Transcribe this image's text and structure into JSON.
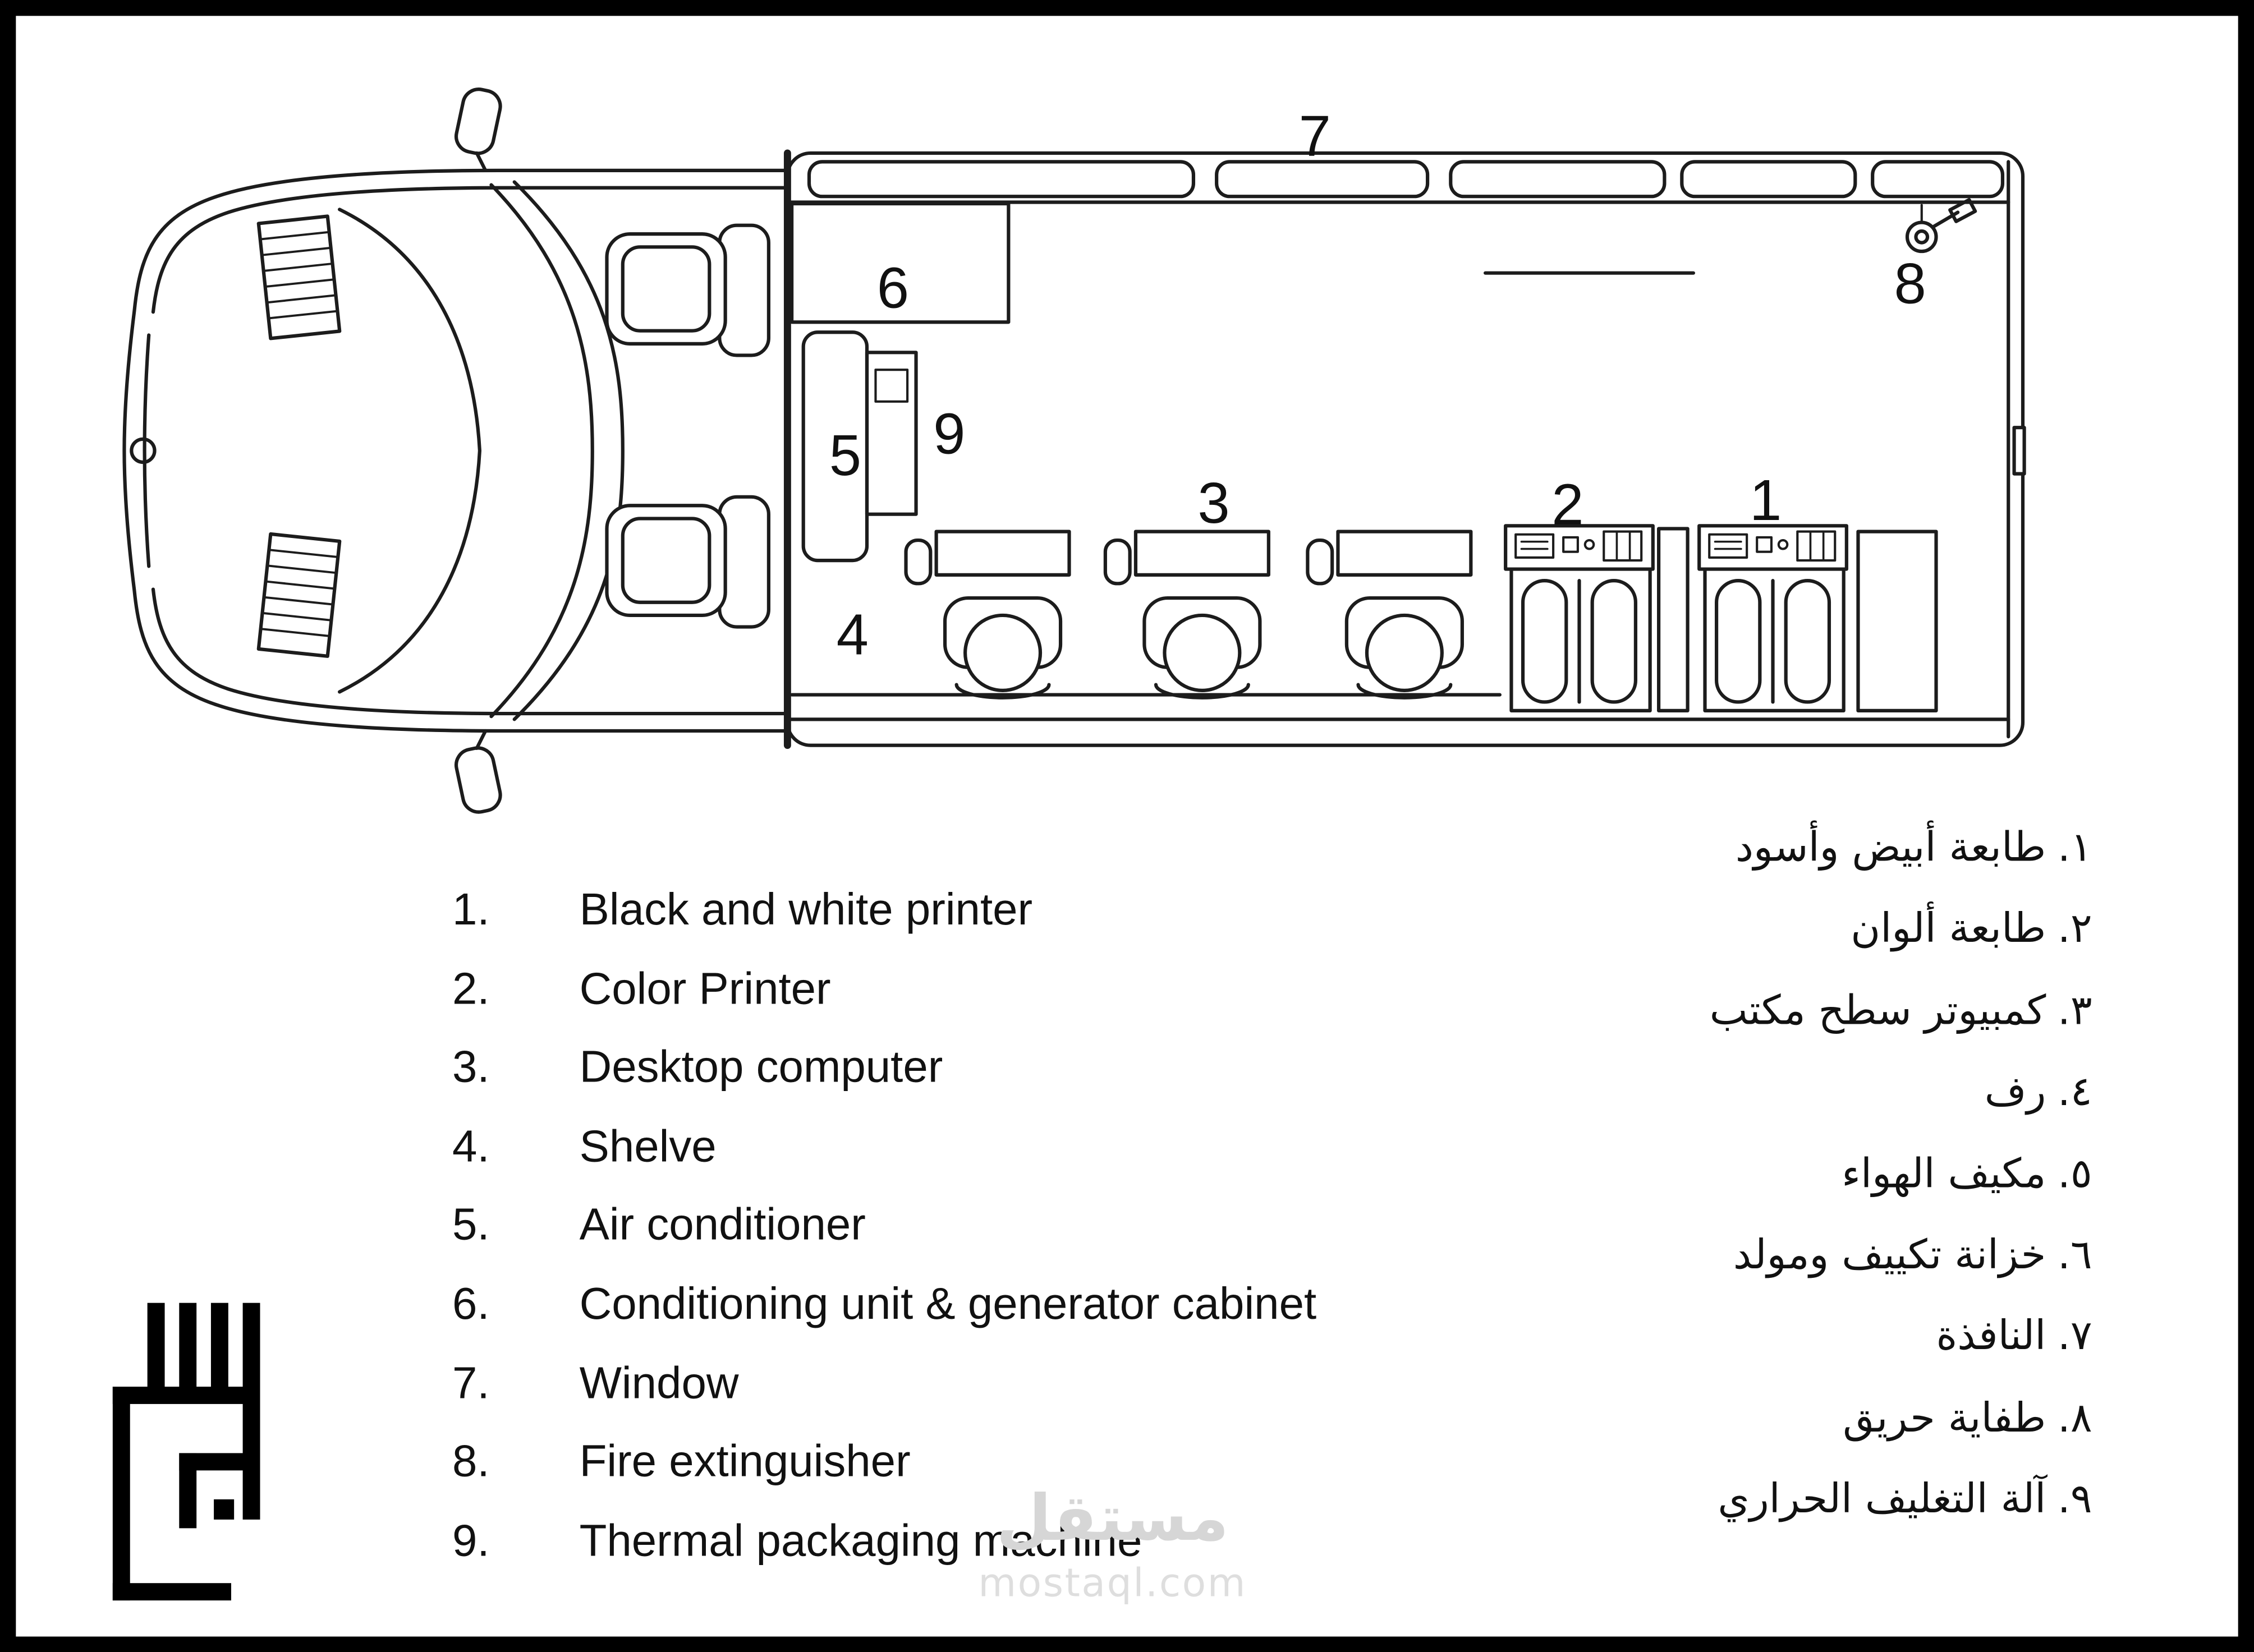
{
  "diagram": {
    "callouts": {
      "bw_printer": "1",
      "color_printer": "2",
      "desktop": "3",
      "shelve": "4",
      "ac": "5",
      "cabinet": "6",
      "window": "7",
      "fire": "8",
      "thermal": "9"
    }
  },
  "legend_en": {
    "items": [
      {
        "num": "1.",
        "label": "Black and white printer"
      },
      {
        "num": "2.",
        "label": "Color Printer"
      },
      {
        "num": "3.",
        "label": "Desktop computer"
      },
      {
        "num": "4.",
        "label": "Shelve"
      },
      {
        "num": "5.",
        "label": "Air conditioner"
      },
      {
        "num": "6.",
        "label": "Conditioning unit & generator cabinet"
      },
      {
        "num": "7.",
        "label": "Window"
      },
      {
        "num": "8.",
        "label": "Fire extinguisher"
      },
      {
        "num": "9.",
        "label": "Thermal packaging machine"
      }
    ]
  },
  "legend_ar": {
    "items": [
      {
        "num": "١.",
        "label": "طابعة أبيض وأسود"
      },
      {
        "num": "٢.",
        "label": "طابعة ألوان"
      },
      {
        "num": "٣.",
        "label": "كمبيوتر سطح مكتب"
      },
      {
        "num": "٤.",
        "label": "رف"
      },
      {
        "num": "٥.",
        "label": "مكيف الهواء"
      },
      {
        "num": "٦.",
        "label": "خزانة تكييف ومولد"
      },
      {
        "num": "٧.",
        "label": "النافذة"
      },
      {
        "num": "٨.",
        "label": "طفاية حريق"
      },
      {
        "num": "٩.",
        "label": "آلة التغليف الحراري"
      }
    ]
  },
  "watermark": {
    "arabic": "مستقل",
    "domain": "mostaql.com"
  }
}
